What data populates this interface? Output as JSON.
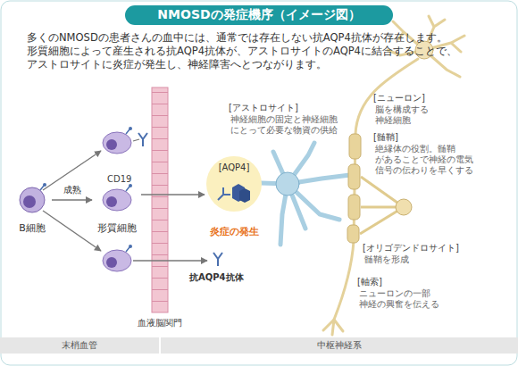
{
  "diagram": {
    "title": "NMOSDの発症機序（イメージ図）",
    "nodes": [
      {
        "text": [
          "B細胞"
        ]
      },
      {
        "text": [
          "形質細胞"
        ]
      },
      {
        "text": [
          "[AQP4]",
          "炎症の発生"
        ]
      },
      {
        "text": [
          "末梢血管"
        ]
      },
      {
        "text": [
          "中枢神経系"
        ]
      }
    ],
    "edges": [
      {
        "from": 0,
        "to": 1,
        "arrow": "to",
        "label": "成熟"
      },
      {
        "from": 1,
        "to": 2,
        "arrow": "to"
      }
    ],
    "labels": [
      "多くのNMOSDの患者さんの血中には、通常では存在しない抗AQP4抗体が存在します。",
      "形質細胞によって産生される抗AQP4抗体が、アストロサイトのAQP4に結合することで、",
      "アストロサイトに炎症が発生し、神経障害へとつながります。",
      "CD19",
      "抗AQP4抗体",
      "血液脳関門",
      "[アストロサイト]",
      "神経細胞の固定と神経細胞",
      "にとって必要な物資の供給",
      "[ニューロン]",
      "脳を構成する",
      "神経細胞",
      "[髄鞘]",
      "絶縁体の役割。髄鞘",
      "があることで神経の電気",
      "信号の伝わりを早くする",
      "[オリゴデンドロサイト]",
      "髄鞘を形成",
      "[軸索]",
      "ニューロンの一部",
      "神経の興奮を伝える"
    ]
  }
}
